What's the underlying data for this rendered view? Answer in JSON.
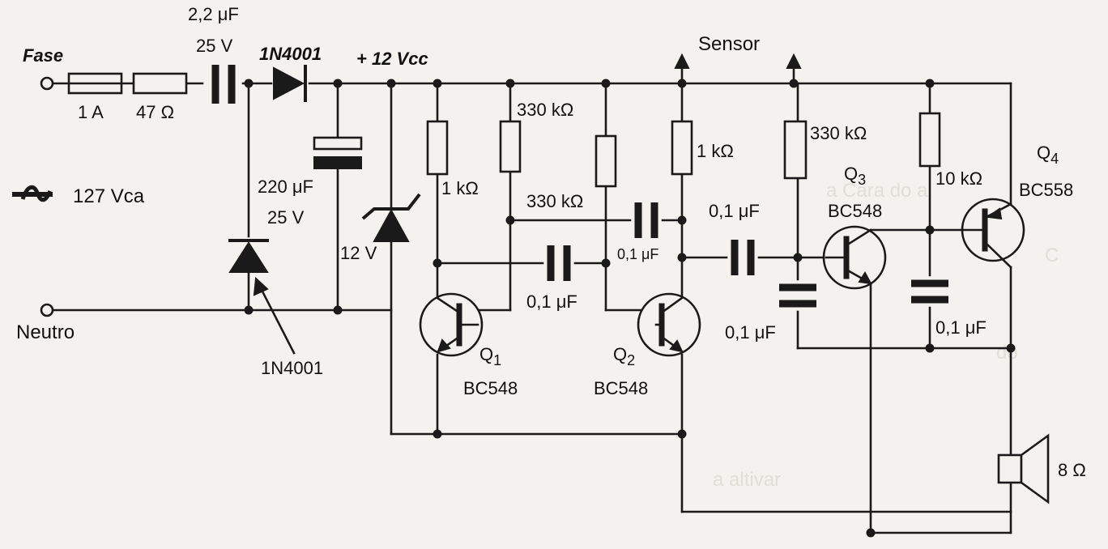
{
  "labels": {
    "fase": "Fase",
    "neutro": "Neutro",
    "ac_voltage": "127 Vca",
    "supply": "+ 12 Vcc",
    "sensor": "Sensor"
  },
  "components": {
    "fuse": "1 A",
    "r_series": "47 Ω",
    "c_series_value": "2,2 μF",
    "c_series_voltage": "25 V",
    "d_series": "1N4001",
    "d_shunt": "1N4001",
    "c_filter_value": "220 μF",
    "c_filter_voltage": "25 V",
    "zener": "12 V",
    "r1": "1 kΩ",
    "r2": "330 kΩ",
    "r3": "330 kΩ",
    "r4": "1 kΩ",
    "r5": "330 kΩ",
    "r6": "10 kΩ",
    "c1": "0,1 μF",
    "c2": "0,1 μF",
    "c3": "0,1 μF",
    "c4": "0,1 μF",
    "c5": "0,1 μF",
    "q1_name": "Q",
    "q1_sub": "1",
    "q1_type": "BC548",
    "q2_name": "Q",
    "q2_sub": "2",
    "q2_type": "BC548",
    "q3_name": "Q",
    "q3_sub": "3",
    "q3_type": "BC548",
    "q4_name": "Q",
    "q4_sub": "4",
    "q4_type": "BC558",
    "speaker": "8 Ω"
  }
}
